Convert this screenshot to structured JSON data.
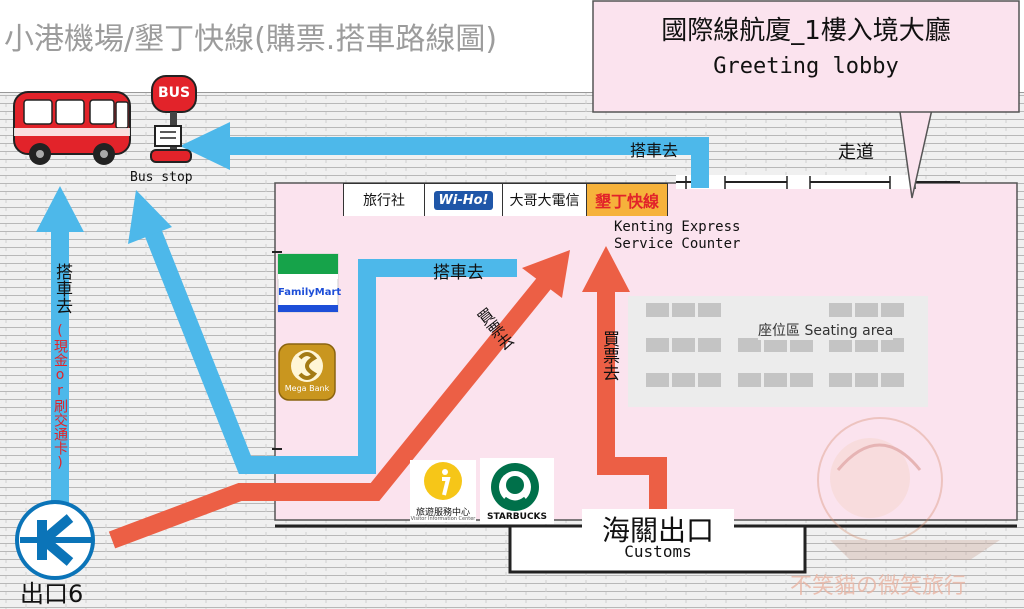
{
  "page_title": "小港機場/墾丁快線(購票.搭車路線圖)",
  "hall_callout": {
    "title_zh": "國際線航廈_1樓入境大廳",
    "title_en": "Greeting lobby"
  },
  "bus_sign": "BUS",
  "bus_stop_label": "Bus stop",
  "walkway_label": "走道",
  "shops": [
    "旅行社",
    "Wi-Ho!",
    "大哥大電信",
    "墾丁快線"
  ],
  "kenting_counter": [
    "Kenting Express",
    "Service Counter"
  ],
  "familymart_label": "FamilyMart",
  "megabank_label": "Mega Bank",
  "seating_label": "座位區 Seating area",
  "info_center": {
    "zh": "旅遊服務中心",
    "en": "Visitor Information Center"
  },
  "starbucks_label": "STARBUCKS",
  "customs": {
    "zh": "海關出口",
    "en": "Customs"
  },
  "exit_label": "出口6",
  "arrows": {
    "top": "搭車去",
    "middle": "搭車去",
    "left_main": "搭車去",
    "left_note": "(現金or刷交通卡)",
    "buy_diagonal": "買票去",
    "buy_vertical": "買票去"
  },
  "watermark": "不笑貓の微笑旅行",
  "colors": {
    "blue_arrow": "#4db8ea",
    "red_arrow": "#ec5f45",
    "hall_pink": "#fbe3ee",
    "kenting_orange": "#f6b23b"
  }
}
